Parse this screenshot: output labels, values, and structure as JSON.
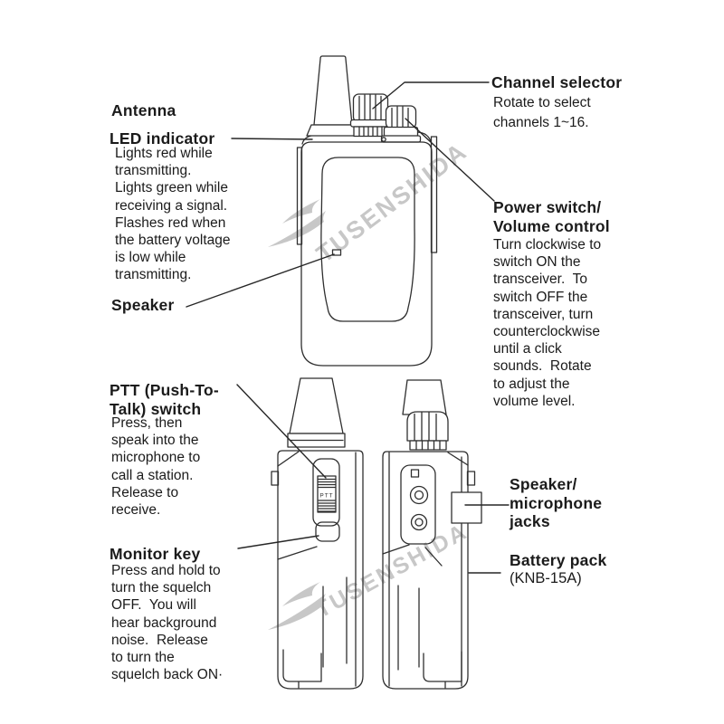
{
  "watermark": {
    "text": "TUSENSHIDA"
  },
  "device": {
    "ptt_switch_engraving": "PTT"
  },
  "labels": {
    "antenna": {
      "title": "Antenna"
    },
    "led": {
      "title": "LED indicator",
      "desc": "Lights red while\ntransmitting.\nLights green while\nreceiving a signal.\nFlashes red when\nthe battery voltage\nis low while\ntransmitting."
    },
    "speaker": {
      "title": "Speaker"
    },
    "channel": {
      "title": "Channel selector",
      "desc": "Rotate to select\nchannels 1~16."
    },
    "power": {
      "title": "Power switch/\nVolume control",
      "desc": "Turn clockwise to\nswitch ON the\ntransceiver.  To\nswitch OFF the\ntransceiver, turn\ncounterclockwise\nuntil a click\nsounds.  Rotate\nto adjust the\nvolume level."
    },
    "ptt": {
      "title": "PTT (Push-To-\nTalk) switch",
      "desc": "Press, then\nspeak into the\nmicrophone to\ncall a station.\nRelease to\nreceive."
    },
    "monitor": {
      "title": "Monitor key",
      "desc": "Press and hold to\nturn the squelch\nOFF.  You will\nhear background\nnoise.  Release\nto turn the\nsquelch back ON·"
    },
    "jacks": {
      "title": "Speaker/\nmicrophone\njacks"
    },
    "battery": {
      "title": "Battery pack",
      "subtitle": "(KNB-15A)"
    }
  }
}
